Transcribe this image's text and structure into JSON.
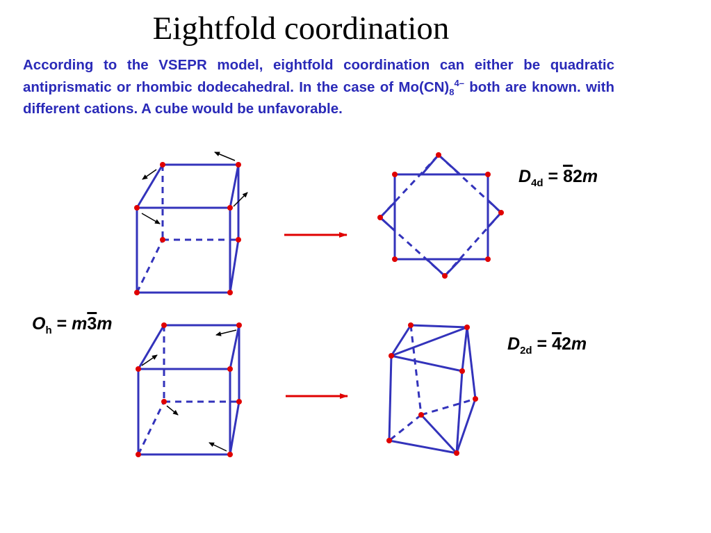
{
  "title": "Eightfold coordination",
  "paragraph": {
    "line1": "According to the VSEPR model, eightfold coordination can either be quadratic antiprismatic or rhombic dodecahedral.  In the case of Mo(CN)",
    "sub": "8",
    "sup": "4–",
    "line2": " both are known. with different cations.  A cube would be unfavorable."
  },
  "labels": {
    "d4d": {
      "letter": "D",
      "sub": "4d",
      "eq": " = ",
      "bar": "8",
      "rest": "2",
      "m": "m"
    },
    "oh": {
      "letter": "O",
      "sub": "h",
      "eq": " = ",
      "m1": "m",
      "bar": "3",
      "m2": "m"
    },
    "d2d": {
      "letter": "D",
      "sub": "2d",
      "eq": " = ",
      "bar": "4",
      "rest": "2",
      "m": "m"
    }
  },
  "colors": {
    "edge": "#3333bb",
    "vertex": "#e00000",
    "arrow": "#e00000",
    "text": "#2a2ab8"
  }
}
